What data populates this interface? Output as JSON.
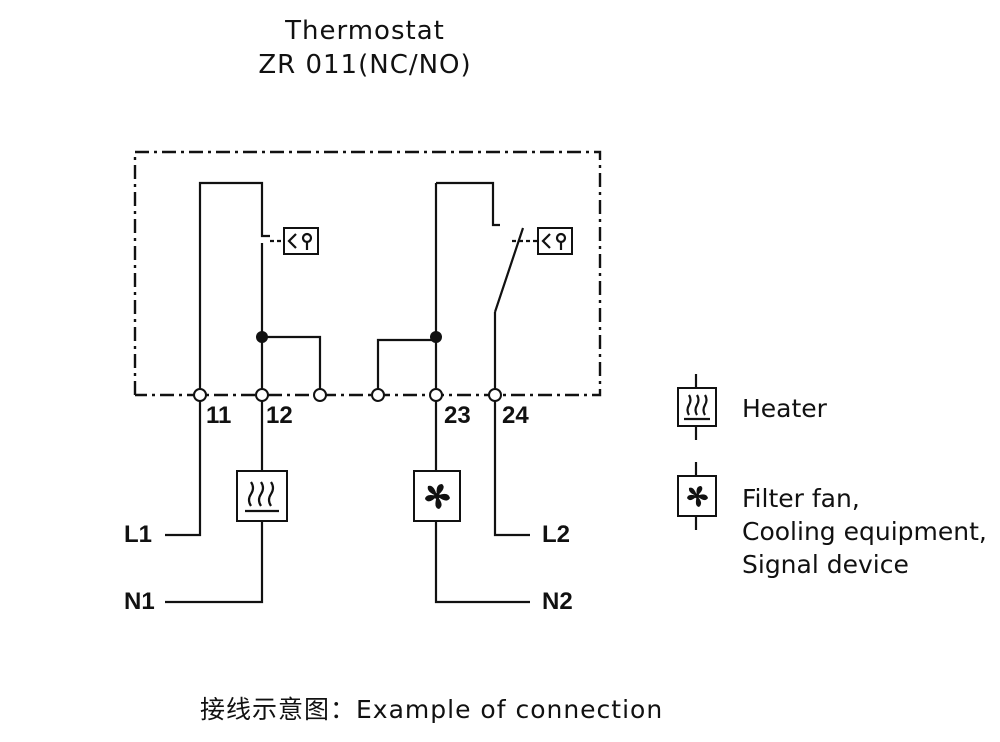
{
  "title": {
    "line1": "Thermostat",
    "line2": "ZR  011(NC/NO)"
  },
  "terminals": {
    "t11": "11",
    "t12": "12",
    "t23": "23",
    "t24": "24"
  },
  "lines": {
    "l1": "L1",
    "n1": "N1",
    "l2": "L2",
    "n2": "N2"
  },
  "legend": {
    "heater": "Heater",
    "fan_line1": "Filter fan,",
    "fan_line2": "Cooling equipment,",
    "fan_line3": "Signal device"
  },
  "caption": "接线示意图：Example of connection",
  "icons": [
    "heater-icon",
    "fan-icon",
    "temperature-sensor-icon"
  ]
}
